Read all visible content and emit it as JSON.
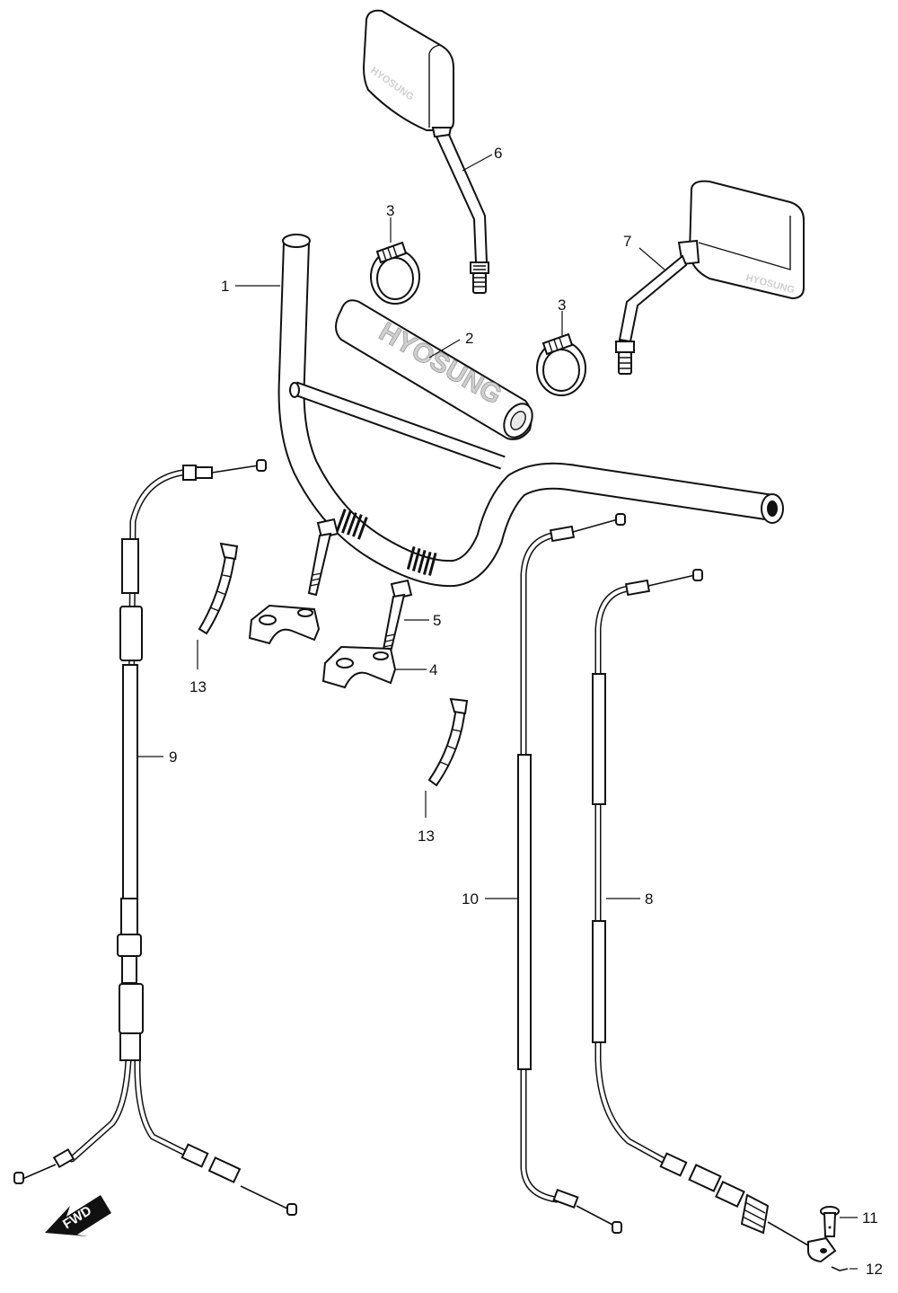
{
  "brand": {
    "mirror_left": "HYOSUNG",
    "mirror_right": "HYOSUNG",
    "pad": "HYOSUNG"
  },
  "callouts": {
    "handlebar": "1",
    "handlebar_pad": "2",
    "clamp_left": "3",
    "clamp_right": "3",
    "holder": "4",
    "bolt": "5",
    "mirror_left": "6",
    "mirror_right": "7",
    "cable_right": "8",
    "cable_left": "9",
    "cable_mid": "10",
    "pin": "11",
    "clip": "12",
    "band_left": "13",
    "band_right": "13"
  },
  "fwd_label": "FWD"
}
